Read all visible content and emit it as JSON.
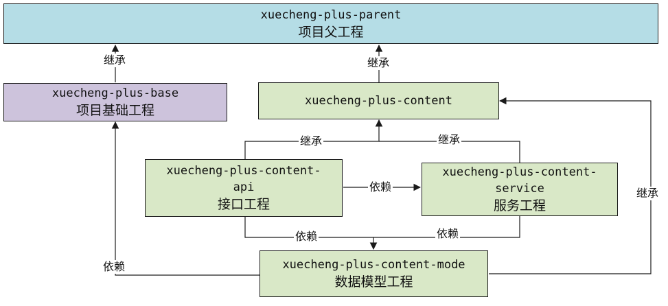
{
  "colors": {
    "parent_fill": "#b5dde6",
    "base_fill": "#cdc3dc",
    "module_fill": "#d9e8c7",
    "line": "#1a1a1a"
  },
  "nodes": {
    "parent": {
      "name": "xuecheng-plus-parent",
      "desc": "项目父工程"
    },
    "base": {
      "name": "xuecheng-plus-base",
      "desc": "项目基础工程"
    },
    "content": {
      "name": "xuecheng-plus-content"
    },
    "api": {
      "name_line1": "xuecheng-plus-content-",
      "name_line2": "api",
      "desc": "接口工程"
    },
    "service": {
      "name_line1": "xuecheng-plus-content-",
      "name_line2": "service",
      "desc": "服务工程"
    },
    "model": {
      "name": "xuecheng-plus-content-mode",
      "desc": "数据模型工程"
    }
  },
  "edges": {
    "base_to_parent": "继承",
    "content_to_parent": "继承",
    "api_to_content": "继承",
    "service_to_content": "继承",
    "model_to_content": "继承",
    "api_to_service": "依赖",
    "api_to_model": "依赖",
    "service_to_model": "依赖",
    "model_to_base": "依赖"
  }
}
